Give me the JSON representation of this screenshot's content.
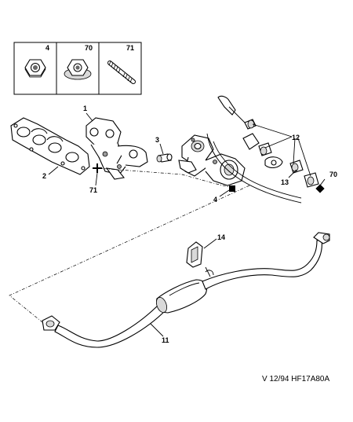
{
  "legend": {
    "items": [
      {
        "num": "4",
        "icon": "hex-nut-icon"
      },
      {
        "num": "70",
        "icon": "flange-nut-icon"
      },
      {
        "num": "71",
        "icon": "threaded-stud-icon"
      }
    ]
  },
  "callouts": {
    "manifold_upper": "1",
    "manifold_gasket": "2",
    "sleeve": "3",
    "nut_front": "4",
    "clamp_group": "12",
    "washer": "13",
    "rubber_mount": "14",
    "nut_rear": "70",
    "stud": "71",
    "exhaust_line": "11"
  },
  "footer": {
    "reference": "V 12/94 HF17A80A"
  }
}
